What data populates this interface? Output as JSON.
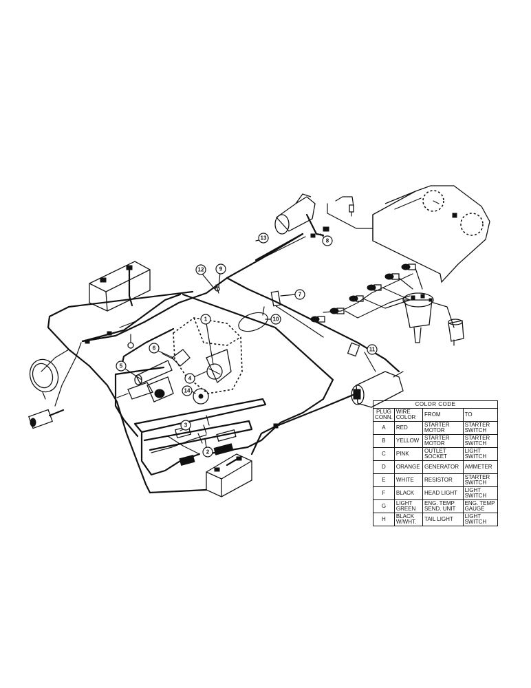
{
  "color_code": {
    "title": "COLOR CODE",
    "headers": {
      "plug": "PLUG CONN.",
      "wire": "WIRE COLOR",
      "from": "FROM",
      "to": "TO"
    },
    "rows": [
      {
        "plug": "A",
        "wire": "RED",
        "from": "STARTER MOTOR",
        "to": "STARTER SWITCH"
      },
      {
        "plug": "B",
        "wire": "YELLOW",
        "from": "STARTER MOTOR",
        "to": "STARTER SWITCH"
      },
      {
        "plug": "C",
        "wire": "PINK",
        "from": "OUTLET SOCKET",
        "to": "LIGHT SWITCH"
      },
      {
        "plug": "D",
        "wire": "ORANGE",
        "from": "GENERATOR",
        "to": "AMMETER"
      },
      {
        "plug": "E",
        "wire": "WHITE",
        "from": "RESISTOR",
        "to": "STARTER SWITCH"
      },
      {
        "plug": "F",
        "wire": "BLACK",
        "from": "HEAD LIGHT",
        "to": "LIGHT SWITCH"
      },
      {
        "plug": "G",
        "wire": "LIGHT GREEN",
        "from": "ENG. TEMP SEND. UNIT",
        "to": "ENG. TEMP GAUGE"
      },
      {
        "plug": "H",
        "wire": "BLACK W/WHT.",
        "from": "TAIL LIGHT",
        "to": "LIGHT SWITCH"
      }
    ]
  },
  "callouts": {
    "c1": "1",
    "c2": "2",
    "c3": "3",
    "c4": "4",
    "c5": "5",
    "c6": "6",
    "c7": "7",
    "c8": "8",
    "c9": "9",
    "c10": "10",
    "c11": "11",
    "c12": "12",
    "c13": "13",
    "c14": "14"
  }
}
